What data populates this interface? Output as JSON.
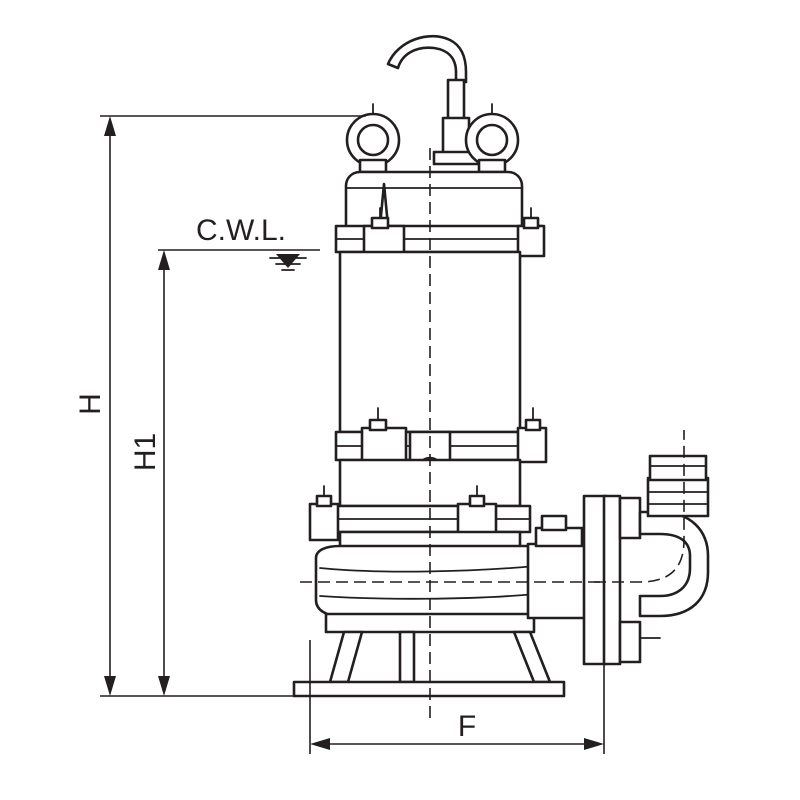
{
  "diagram": {
    "labels": {
      "water_level": "C.W.L.",
      "height_total": "H",
      "height_level": "H1",
      "width": "F"
    },
    "colors": {
      "line": "#231f20",
      "background": "#ffffff"
    }
  }
}
